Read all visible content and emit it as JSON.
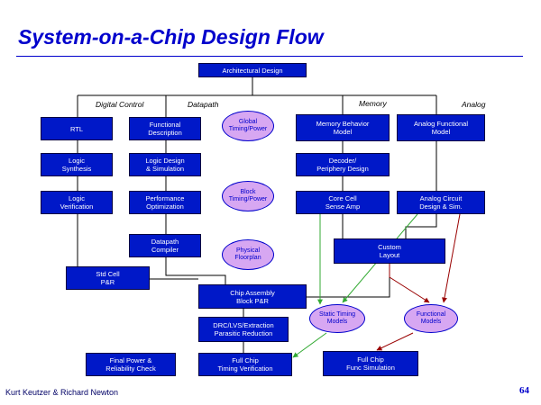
{
  "title": "System-on-a-Chip Design Flow",
  "columns": {
    "digital_control": "Digital Control",
    "datapath": "Datapath",
    "memory": "Memory",
    "analog": "Analog"
  },
  "boxes": {
    "architectural_design": "Architectural Design",
    "rtl": "RTL",
    "functional_description": "Functional\nDescription",
    "memory_behavior_model": "Memory Behavior\nModel",
    "analog_functional_model": "Analog Functional\nModel",
    "logic_synthesis": "Logic\nSynthesis",
    "logic_design_simulation": "Logic Design\n& Simulation",
    "decoder_periphery_design": "Decoder/\nPeriphery Design",
    "logic_verification": "Logic\nVerification",
    "performance_optimization": "Performance\nOptimization",
    "core_cell_sense_amp": "Core Cell\nSense Amp",
    "analog_circuit_design_sim": "Analog Circuit\nDesign & Sim.",
    "datapath_compiler": "Datapath\nCompiler",
    "custom_layout": "Custom\nLayout",
    "std_cell_pr": "Std Cell\nP&R",
    "chip_assembly_block_pr": "Chip Assembly\nBlock P&R",
    "drc_lvs_extraction": "DRC/LVS/Extraction\nParasitic Reduction",
    "final_power_reliability": "Final Power &\nReliability Check",
    "full_chip_timing_verification": "Full Chip\nTiming Verification",
    "full_chip_func_simulation": "Full Chip\nFunc Simulation"
  },
  "ellipses": {
    "global_timing_power": "Global\nTiming/Power",
    "block_timing_power": "Block\nTiming/Power",
    "physical_floorplan": "Physical\nFloorplan",
    "static_timing_models": "Static Timing\nModels",
    "functional_models": "Functional\nModels"
  },
  "colors": {
    "box_fill": "#0018c8",
    "ellipse_fill": "#d7a7f2",
    "title": "#0000cc",
    "green_arrow": "#33aa33",
    "red_arrow": "#990000"
  },
  "footer": {
    "authors": "Kurt Keutzer & Richard Newton",
    "page_number": "64"
  }
}
